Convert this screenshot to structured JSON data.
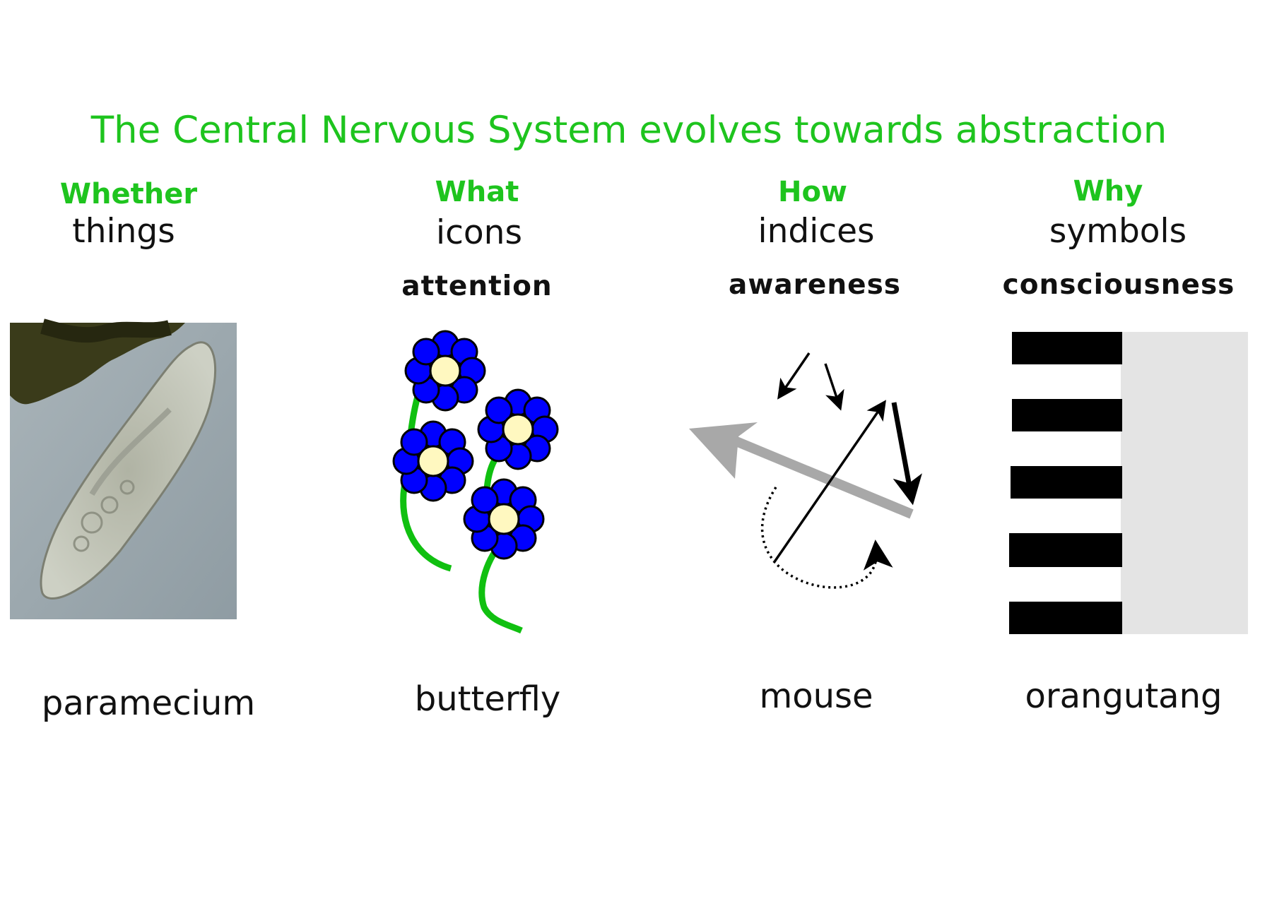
{
  "title": "The Central Nervous System evolves towards abstraction",
  "columns": [
    {
      "question": "Whether",
      "representation": "things",
      "awareness_level": "",
      "organism": "paramecium",
      "illustration": "paramecium-photo"
    },
    {
      "question": "What",
      "representation": "icons",
      "awareness_level": "attention",
      "organism": "butterfly",
      "illustration": "flowers-icon"
    },
    {
      "question": "How",
      "representation": "indices",
      "awareness_level": "awareness",
      "organism": "mouse",
      "illustration": "arrows-index-icon"
    },
    {
      "question": "Why",
      "representation": "symbols",
      "awareness_level": "consciousness",
      "organism": "orangutang",
      "illustration": "bars-symbol-icon"
    }
  ],
  "colors": {
    "heading_green": "#1ec41e",
    "flower_petal": "#0000ff",
    "flower_center": "#fff8c0",
    "stem": "#10c010",
    "grey_arrow": "#a8a8a8",
    "symbol_panel": "#e4e4e4"
  }
}
